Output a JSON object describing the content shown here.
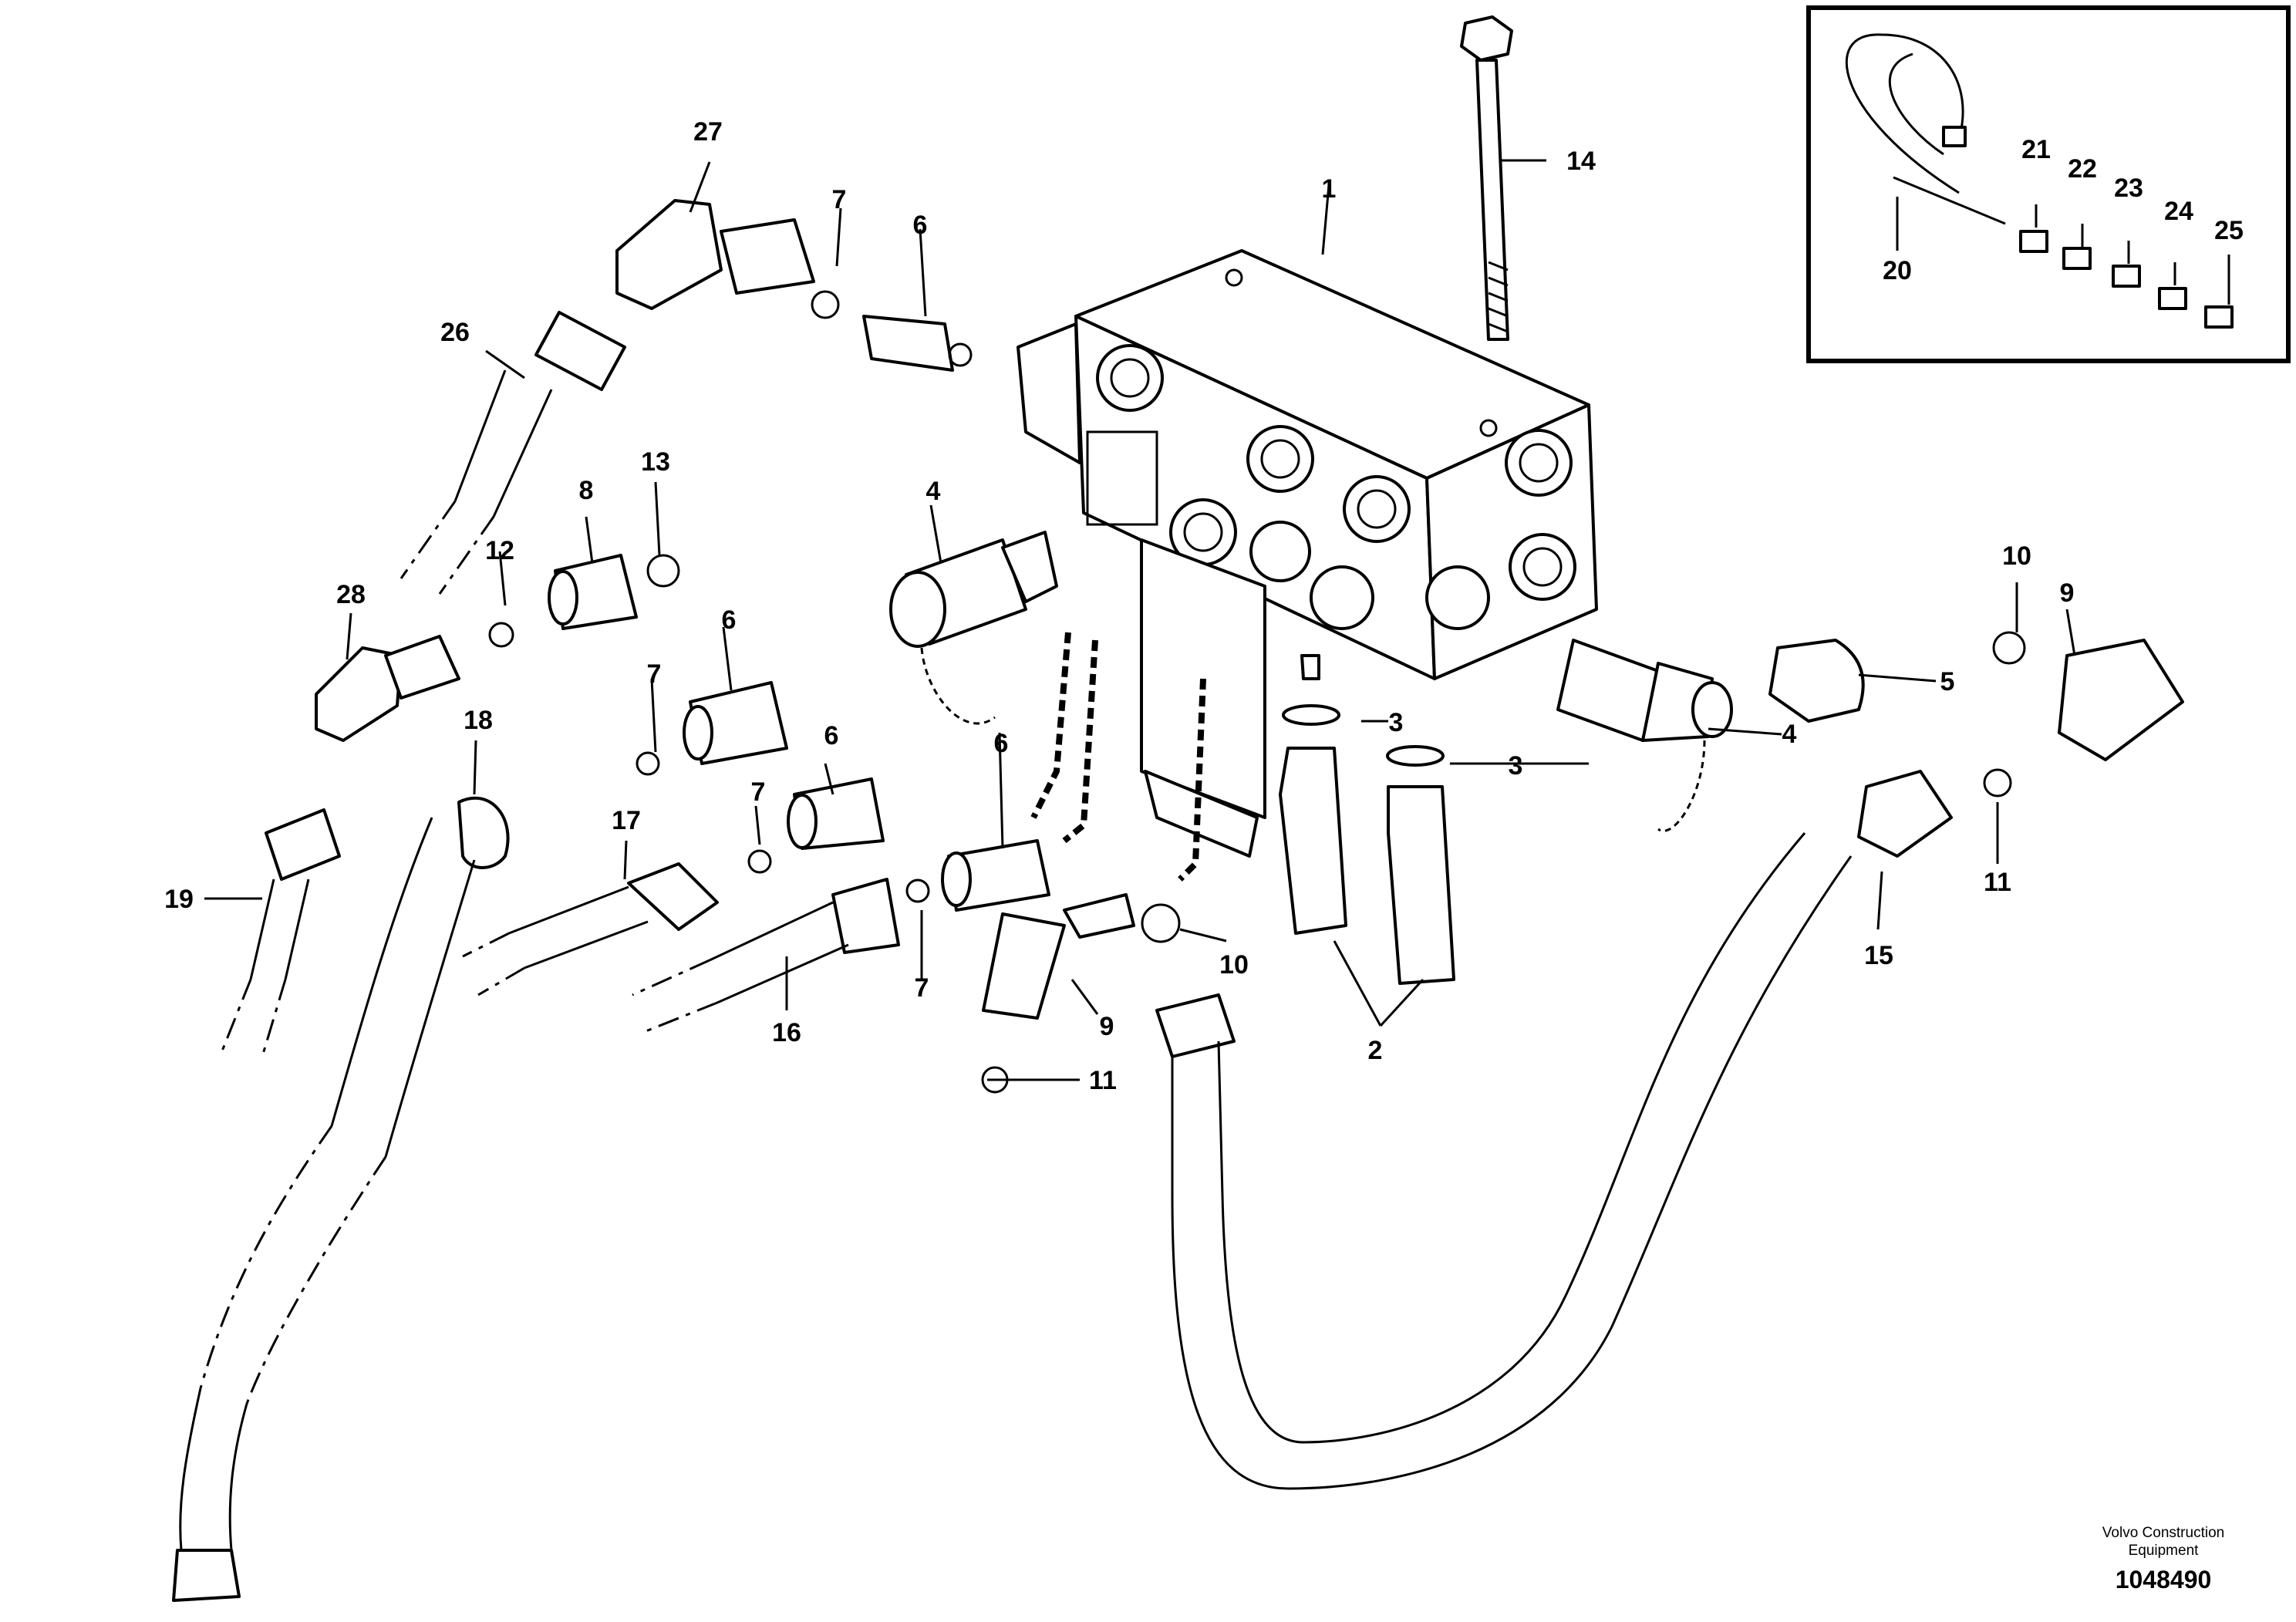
{
  "diagram": {
    "part_labels": [
      "1",
      "2",
      "3",
      "3",
      "4",
      "4",
      "5",
      "6",
      "6",
      "6",
      "6",
      "7",
      "7",
      "7",
      "7",
      "8",
      "9",
      "9",
      "10",
      "10",
      "11",
      "11",
      "12",
      "13",
      "14",
      "15",
      "16",
      "17",
      "18",
      "19",
      "20",
      "21",
      "22",
      "23",
      "24",
      "25",
      "26",
      "27",
      "28"
    ],
    "credit_line1": "Volvo Construction",
    "credit_line2": "Equipment",
    "drawing_number": "1048490"
  }
}
